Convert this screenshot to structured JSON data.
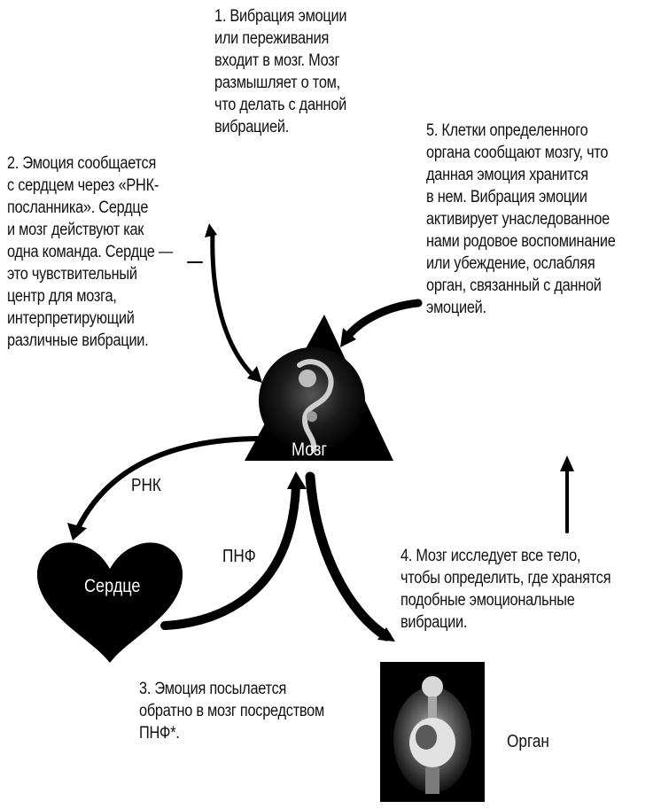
{
  "notes": {
    "step1": "1. Вибрация эмоции\nили переживания\nвходит в мозг. Мозг\nразмышляет о том,\nчто делать с данной\nвибрацией.",
    "step2": "2. Эмоция сообщается\nс сердцем через «РНК-\nпосланника». Сердце\nи мозг действуют как\nодна команда. Сердце —\nэто чувствительный\nцентр для мозга,\nинтерпретирующий\nразличные вибрации.",
    "step3": "3. Эмоция посылается\nобратно в мозг посредством\nПНФ*.",
    "step4": "4. Мозг исследует все тело,\nчтобы определить, где хранятся\nподобные эмоциональные\nвибрации.",
    "step5": "5. Клетки определенного\nоргана сообщают мозгу, что\nданная эмоция хранится\nв нем. Вибрация эмоции\nактивирует унаследованное\nнами родовое воспоминание\nили убеждение, ослабляя\nорган, связанный с данной\nэмоцией."
  },
  "labels": {
    "brain": "Мозг",
    "heart": "Сердце",
    "organ": "Орган",
    "rnk": "РНК",
    "pnf": "ПНФ"
  },
  "colors": {
    "ink": "#111111",
    "background": "#ffffff"
  }
}
